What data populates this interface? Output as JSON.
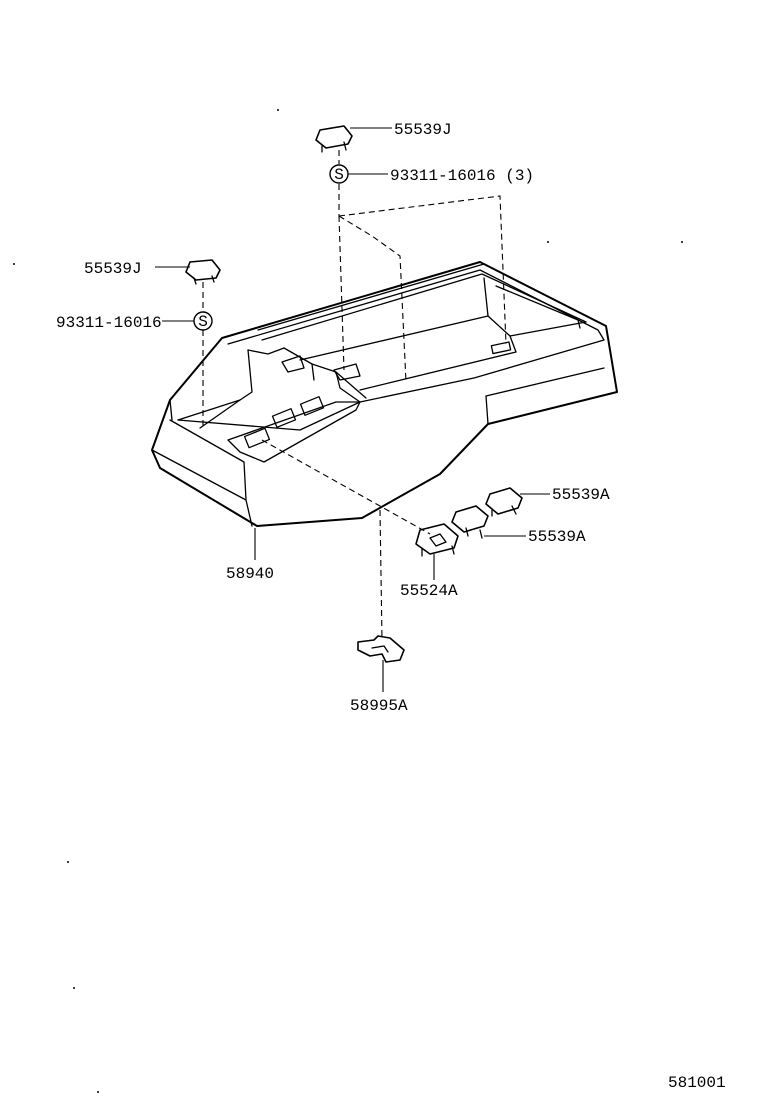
{
  "labels": {
    "clip_top_right": "55539J",
    "screw_top_right": "93311-16016 (3)",
    "clip_top_left": "55539J",
    "screw_left": "93311-16016",
    "screw_symbol": "S",
    "clip_right_upper": "55539A",
    "clip_right_lower": "55539A",
    "console_box": "58940",
    "bracket": "55524A",
    "bottom_plate": "58995A",
    "diagram_number": "581001"
  }
}
